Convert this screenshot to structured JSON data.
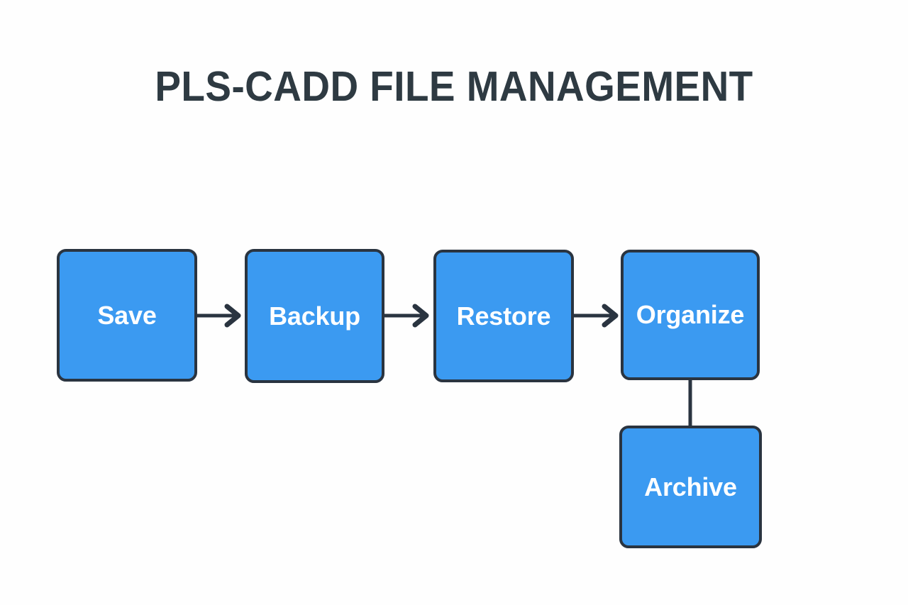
{
  "diagram": {
    "title": "PLS-CADD FILE MANAGEMENT",
    "type": "flowchart",
    "orientation": "left-to-right with one downward branch",
    "background_color": "#fefefe",
    "title_color": "#2e3a42",
    "node_fill_color": "#3b9af1",
    "node_border_color": "#2a3440",
    "node_text_color": "#ffffff",
    "connector_color": "#2a3440",
    "nodes": [
      {
        "id": "save",
        "label": "Save"
      },
      {
        "id": "backup",
        "label": "Backup"
      },
      {
        "id": "restore",
        "label": "Restore"
      },
      {
        "id": "organize",
        "label": "Organize"
      },
      {
        "id": "archive",
        "label": "Archive"
      }
    ],
    "connectors": [
      {
        "id": "save-to-backup",
        "from": "save",
        "to": "backup",
        "style": "arrow",
        "direction": "right"
      },
      {
        "id": "backup-to-restore",
        "from": "backup",
        "to": "restore",
        "style": "arrow",
        "direction": "right"
      },
      {
        "id": "restore-to-organize",
        "from": "restore",
        "to": "organize",
        "style": "arrow",
        "direction": "right"
      },
      {
        "id": "organize-to-archive",
        "from": "organize",
        "to": "archive",
        "style": "line",
        "direction": "down"
      }
    ]
  }
}
